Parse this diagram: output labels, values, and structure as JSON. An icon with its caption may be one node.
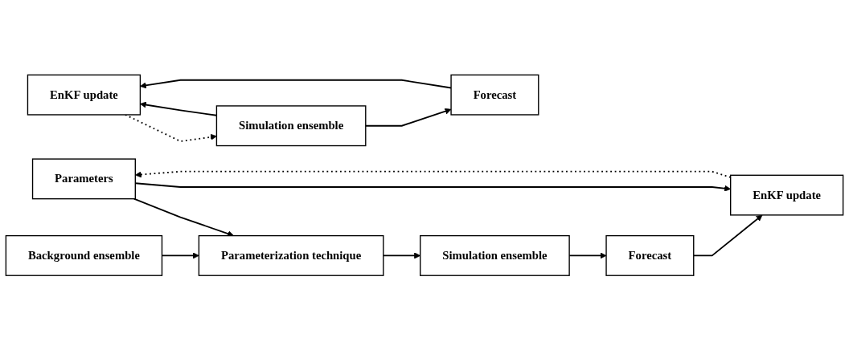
{
  "diagram": {
    "nodes": [
      {
        "text": [
          "Parameters"
        ]
      },
      {
        "text": [
          "EnKF update"
        ]
      },
      {
        "text": [
          "Parameterization technique"
        ]
      },
      {
        "text": [
          "Simulation ensemble"
        ]
      },
      {
        "text": [
          "Forecast"
        ]
      },
      {
        "text": [
          "Background ensemble"
        ]
      },
      {
        "text": [
          "EnKF update"
        ]
      },
      {
        "text": [
          "Simulation ensemble"
        ]
      },
      {
        "text": [
          "Forecast"
        ]
      }
    ],
    "edges": [
      {
        "from": 0,
        "to": 2,
        "arrow": "to"
      },
      {
        "from": 0,
        "to": 1,
        "arrow": "to"
      },
      {
        "from": 1,
        "to": 0,
        "arrow": "to",
        "style": "dashed"
      },
      {
        "from": 5,
        "to": 2,
        "arrow": "to"
      },
      {
        "from": 2,
        "to": 3,
        "arrow": "to"
      },
      {
        "from": 3,
        "to": 4,
        "arrow": "to"
      },
      {
        "from": 4,
        "to": 1,
        "arrow": "to"
      },
      {
        "from": 7,
        "to": 6,
        "arrow": "to"
      },
      {
        "from": 6,
        "to": 7,
        "arrow": "to",
        "style": "dashed"
      },
      {
        "from": 7,
        "to": 8,
        "arrow": "to"
      },
      {
        "from": 8,
        "to": 6,
        "arrow": "to"
      }
    ]
  }
}
